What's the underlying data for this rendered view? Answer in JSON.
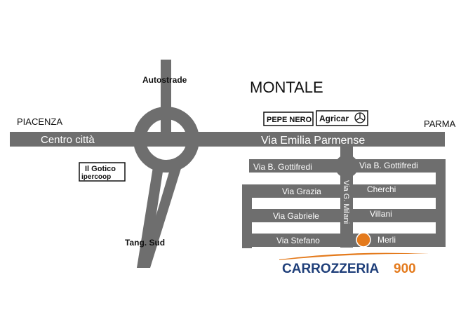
{
  "town": "MONTALE",
  "directions": {
    "west": "PIACENZA",
    "east": "PARMA",
    "north": "Autostrade",
    "south": "Tang. Sud"
  },
  "roads": {
    "main_west": "Centro città",
    "main_east": "Via Emilia Parmense",
    "gottifredi_west": "Via B. Gottifredi",
    "gottifredi_east": "Via B. Gottifredi",
    "grazia": "Via Grazia",
    "cherchi": "Cherchi",
    "gabriele": "Via Gabriele",
    "villani": "Villani",
    "stefano": "Via Stefano",
    "merli": "Merli",
    "milani": "Via G. Milani"
  },
  "landmarks": {
    "pepe_nero": "PEPE NERO",
    "agricar": "Agricar",
    "il_gotico": "Il Gotico",
    "ipercoop": "ipercoop"
  },
  "destination": {
    "name_main": "CARROZZERIA",
    "name_number": "900",
    "color_main": "#1f3f7a",
    "color_number": "#e47a1c",
    "marker_color": "#e47a1c"
  },
  "colors": {
    "road": "#6e6e6e",
    "background": "#ffffff"
  },
  "icons": {
    "agricar": "mercedes-star-icon",
    "destination": "location-dot-icon"
  }
}
